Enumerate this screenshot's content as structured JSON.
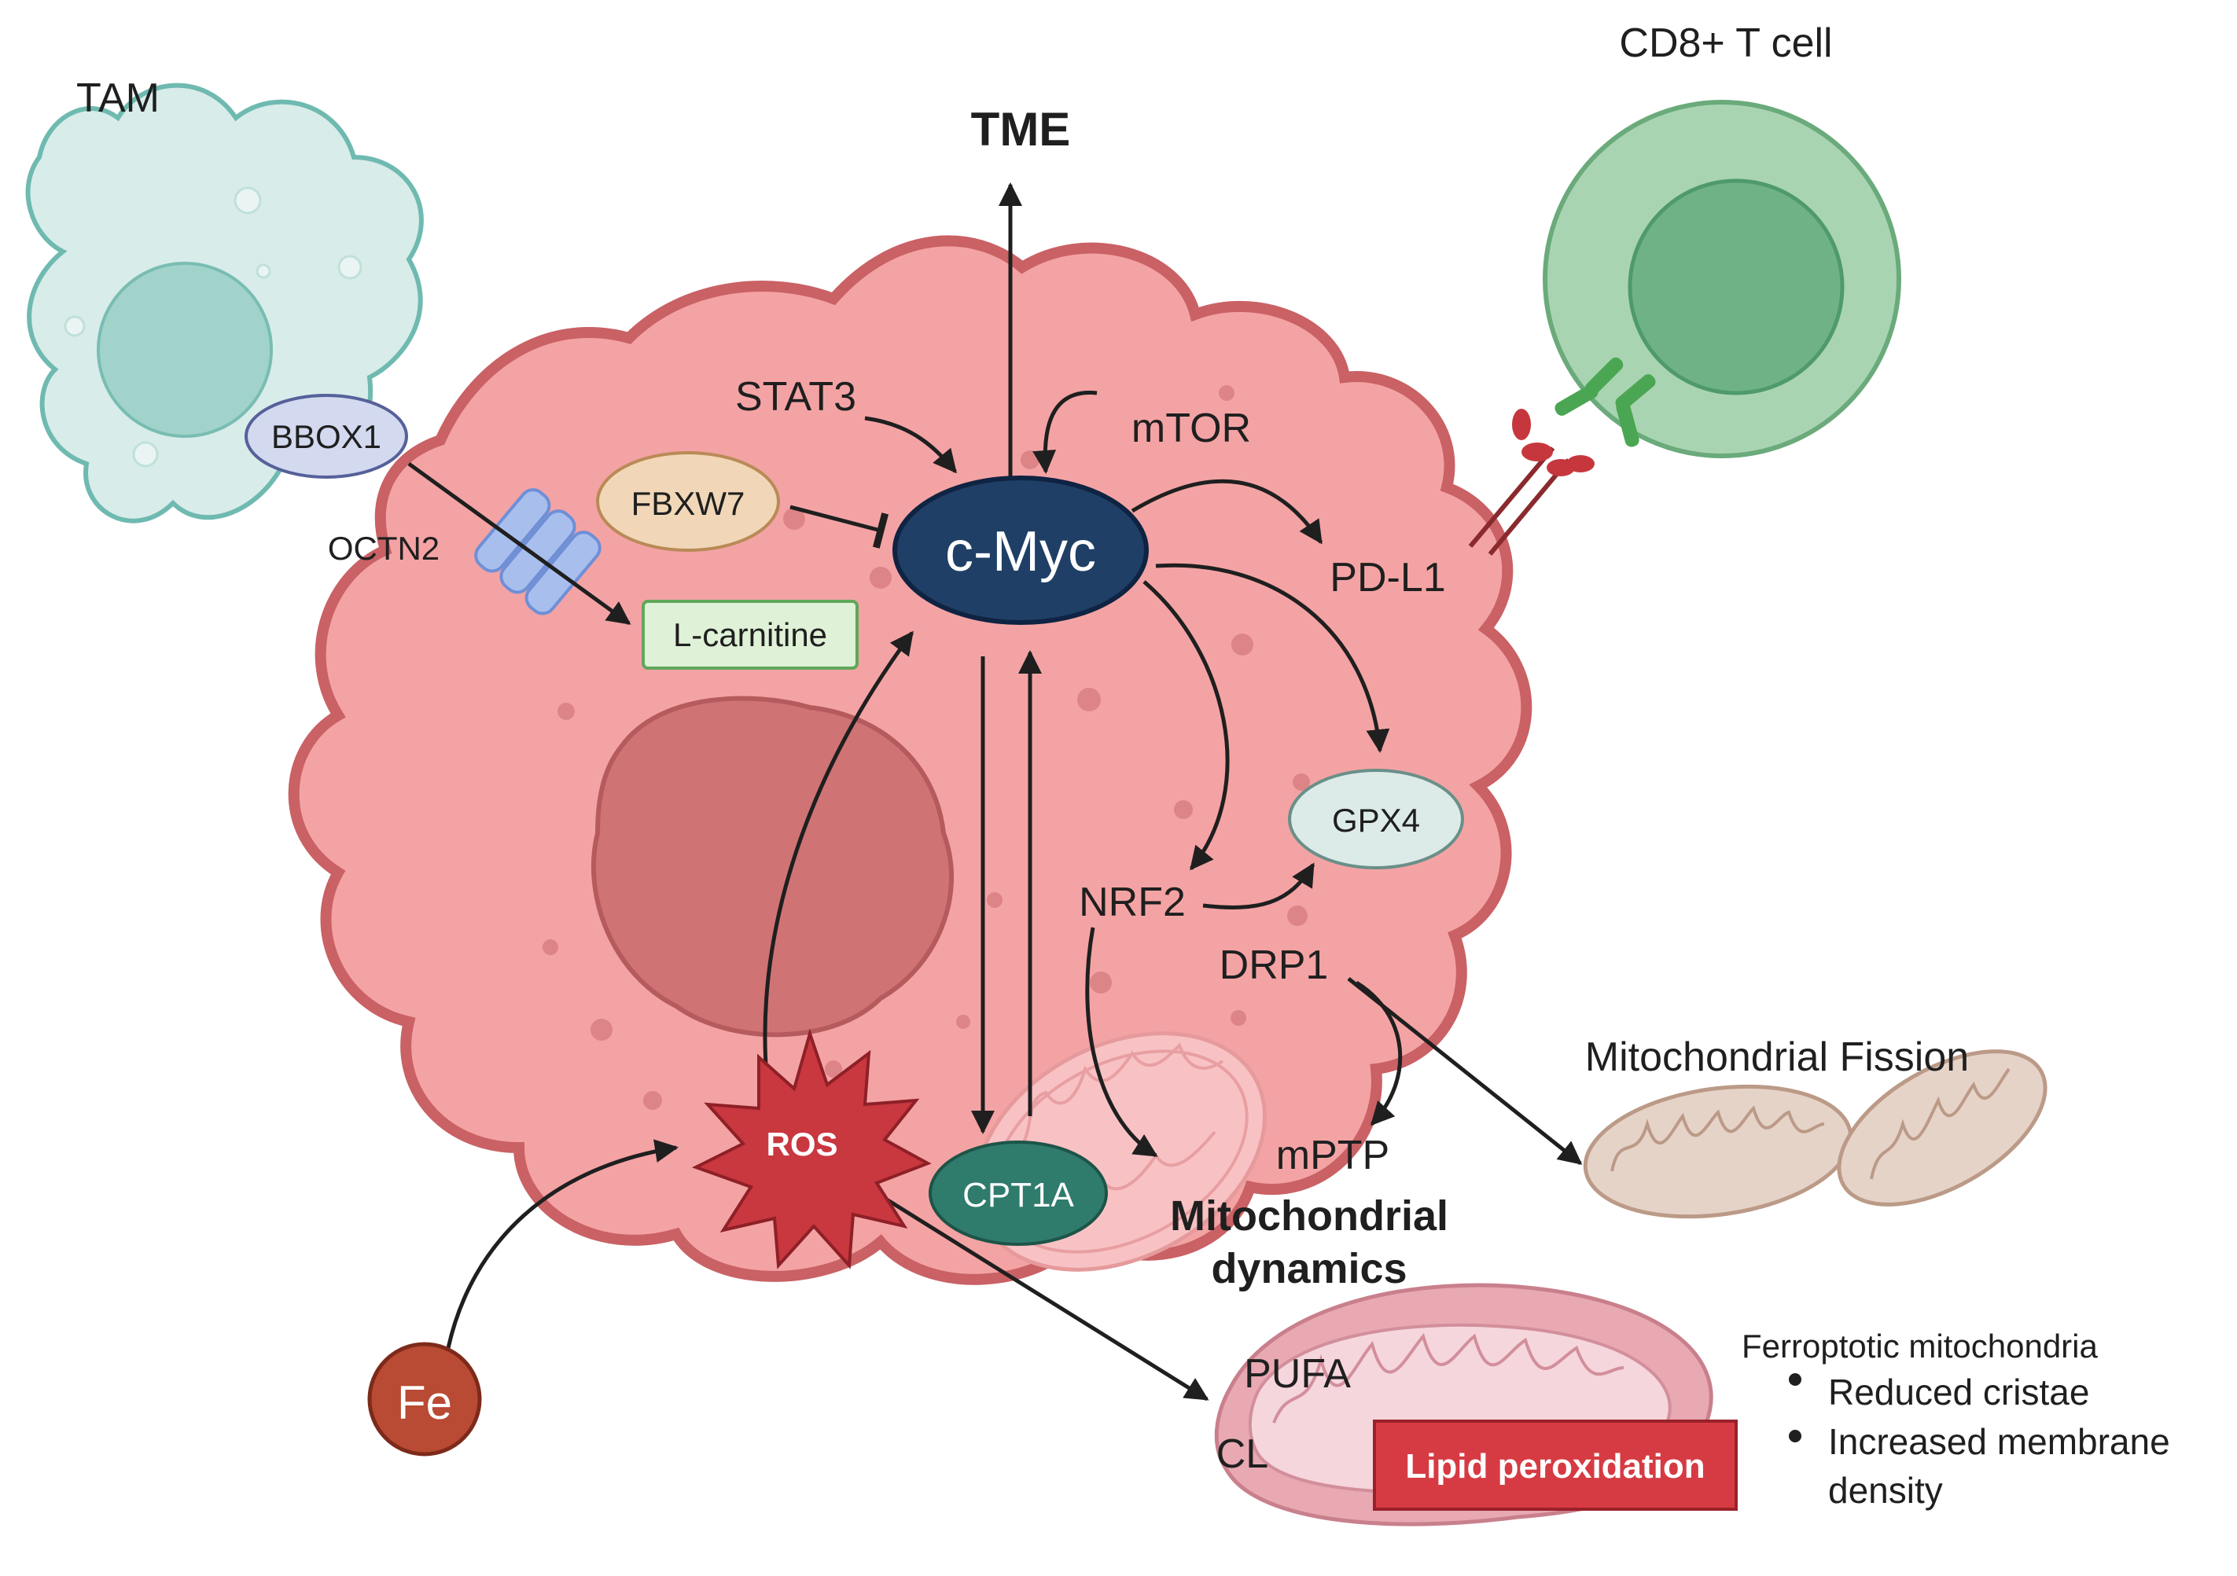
{
  "cells": {
    "tam": "TAM",
    "cd8": "CD8+ T cell"
  },
  "labels": {
    "tme": "TME",
    "stat3": "STAT3",
    "mtor": "mTOR",
    "pdl1": "PD-L1",
    "octn2": "OCTN2",
    "nrf2": "NRF2",
    "drp1": "DRP1",
    "mptp": "mPTP",
    "mito_dynamics_1": "Mitochondrial",
    "mito_dynamics_2": "dynamics",
    "mito_fission": "Mitochondrial Fission",
    "pufa": "PUFA",
    "cl": "CL"
  },
  "nodes": {
    "cmyc": "c-Myc",
    "fbxw7": "FBXW7",
    "bbox1": "BBOX1",
    "lcarnitine": "L-carnitine",
    "gpx4": "GPX4",
    "cpt1a": "CPT1A",
    "ros": "ROS",
    "fe": "Fe",
    "lipid_peroxidation": "Lipid peroxidation"
  },
  "ferroptotic": {
    "title": "Ferroptotic mitochondria",
    "bullet_1": "Reduced cristae",
    "bullet_2_line_1": "Increased membrane",
    "bullet_2_line_2": "density"
  },
  "colors": {
    "tumor_fill": "#f4a3a4",
    "tumor_stroke": "#c96165",
    "nucleus_fill": "#d07375",
    "tam_fill": "#d8ecea",
    "tam_stroke": "#6fbab0",
    "tcell_fill": "#a9d4b2",
    "tcell_nucleus": "#6fb286",
    "cmyc_fill": "#1f3f66",
    "cpt1a_fill": "#2f7b6c",
    "ros_fill": "#c9373f",
    "fe_fill": "#b94a33",
    "lipid_fill": "#d63b43",
    "gpx4_fill": "#dcebe8",
    "fbxw7_fill": "#f1d7b7",
    "bbox1_fill": "#d3d9ef",
    "lcarnitine_fill": "#dff1d6"
  }
}
